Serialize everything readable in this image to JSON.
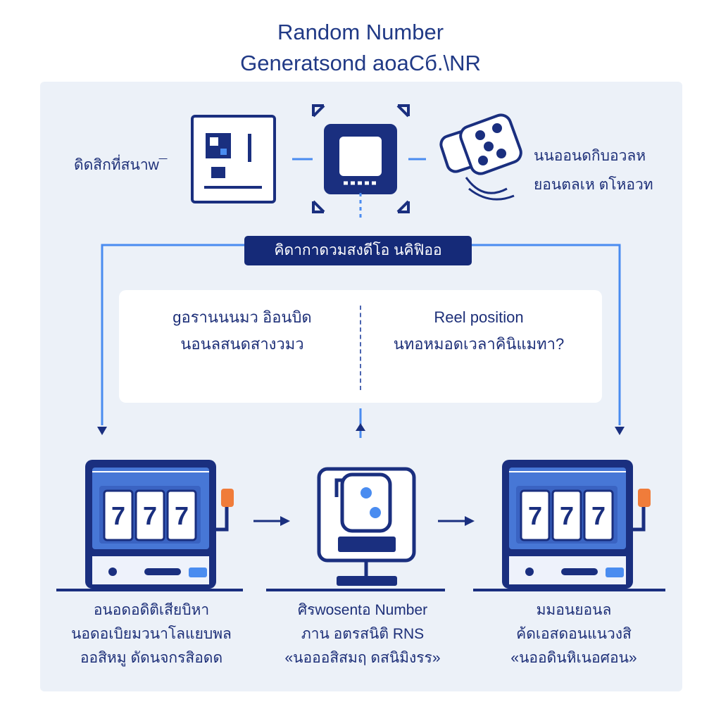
{
  "title": {
    "line1": "Random Number",
    "line2": "Generatsond аоаСб.\\NR"
  },
  "top_row": {
    "left_label": "ดิดสิกที่สนาw¯",
    "right_label": {
      "line1": "นนออนดกิบอวลห",
      "line2": "ยอนตลเห ตโหอวท"
    }
  },
  "banner": "คิดากาดวมสงดีโอ นคิฟิออ",
  "info_card": {
    "left": {
      "line1": "gอรานนนมว อิอนบิด",
      "line2": "นอนลสนดสางวมว"
    },
    "right": {
      "line1": "Reel position",
      "line2": "นทอหมอดเวลาคินิแมทา?"
    }
  },
  "slot_reels": [
    "7",
    "7",
    "7"
  ],
  "bottom": {
    "left": {
      "line1": "อนอดอดิติเสียบิหา",
      "line2": "นอดอเบิยมวนาโลแยบพล",
      "line3": "ออสิหมู ดัดนจกรสิอดด"
    },
    "center": {
      "line1": "ศิรwosentอ Number",
      "line2": "ภาน อตรสนิติ RNS",
      "line3": "«นอออสิสมฤ ดสนิมิงรร»"
    },
    "right": {
      "line1": "มมอนยอนล",
      "line2": "ค้ดเอสดอนแนวงสิ",
      "line3": "«นออดินหิเนอศอน»"
    }
  },
  "colors": {
    "navy": "#1a2f7f",
    "blue": "#4a8cf0",
    "screen": "#4777d6",
    "panel": "#ecf1f8",
    "orange": "#f07c3a"
  }
}
